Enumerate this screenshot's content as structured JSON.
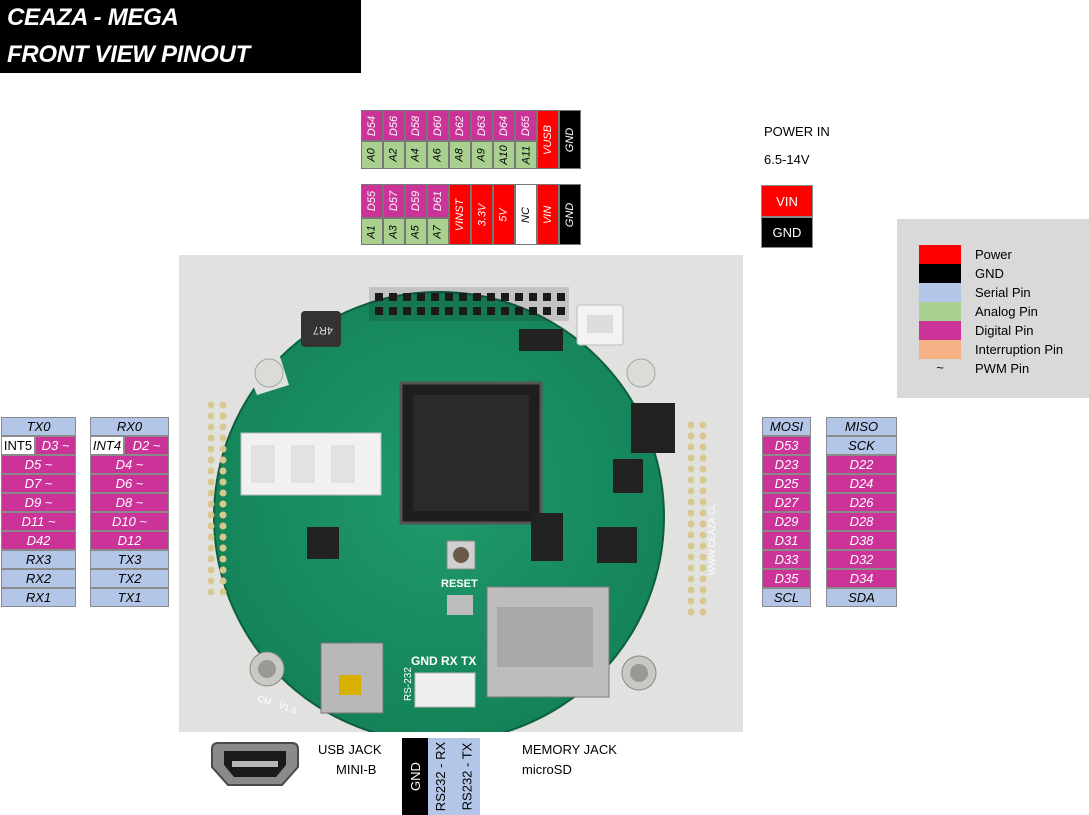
{
  "title": {
    "line1": "CEAZA - MEGA",
    "line2": "FRONT VIEW PINOUT"
  },
  "colors": {
    "power": "#ff0000",
    "gnd": "#000000",
    "serial": "#b4c6e7",
    "analog": "#a9d08e",
    "digital": "#cc3399",
    "interrupt": "#f4b183",
    "nc": "#ffffff"
  },
  "top_header_1": {
    "top_row": [
      {
        "t": "D54",
        "c": "digital"
      },
      {
        "t": "D56",
        "c": "digital"
      },
      {
        "t": "D58",
        "c": "digital"
      },
      {
        "t": "D60",
        "c": "digital"
      },
      {
        "t": "D62",
        "c": "digital"
      },
      {
        "t": "D63",
        "c": "digital"
      },
      {
        "t": "D64",
        "c": "digital"
      },
      {
        "t": "D65",
        "c": "digital"
      }
    ],
    "bottom_row": [
      {
        "t": "A0",
        "c": "analog"
      },
      {
        "t": "A2",
        "c": "analog"
      },
      {
        "t": "A4",
        "c": "analog"
      },
      {
        "t": "A6",
        "c": "analog"
      },
      {
        "t": "A8",
        "c": "analog"
      },
      {
        "t": "A9",
        "c": "analog"
      },
      {
        "t": "A10",
        "c": "analog"
      },
      {
        "t": "A11",
        "c": "analog"
      }
    ],
    "tall": [
      {
        "t": "VUSB",
        "c": "power"
      },
      {
        "t": "GND",
        "c": "gnd"
      }
    ]
  },
  "top_header_2": {
    "pairs": [
      {
        "top": {
          "t": "D55",
          "c": "digital"
        },
        "bottom": {
          "t": "A1",
          "c": "analog"
        }
      },
      {
        "top": {
          "t": "D57",
          "c": "digital"
        },
        "bottom": {
          "t": "A3",
          "c": "analog"
        }
      },
      {
        "top": {
          "t": "D59",
          "c": "digital"
        },
        "bottom": {
          "t": "A5",
          "c": "analog"
        }
      },
      {
        "top": {
          "t": "D61",
          "c": "digital"
        },
        "bottom": {
          "t": "A7",
          "c": "analog"
        }
      }
    ],
    "tall": [
      {
        "t": "VINST",
        "c": "power"
      },
      {
        "t": "3.3V",
        "c": "power"
      },
      {
        "t": "5V",
        "c": "power"
      },
      {
        "t": "NC",
        "c": "nc"
      },
      {
        "t": "VIN",
        "c": "power"
      },
      {
        "t": "GND",
        "c": "gnd"
      }
    ]
  },
  "power_in": {
    "label": "POWER IN",
    "range": "6.5-14V",
    "cells": [
      {
        "t": "VIN",
        "c": "power"
      },
      {
        "t": "GND",
        "c": "gnd"
      }
    ]
  },
  "legend": [
    {
      "label": "Power",
      "c": "power"
    },
    {
      "label": "GND",
      "c": "gnd"
    },
    {
      "label": "Serial Pin",
      "c": "serial"
    },
    {
      "label": "Analog Pin",
      "c": "analog"
    },
    {
      "label": "Digital Pin",
      "c": "digital"
    },
    {
      "label": "Interruption Pin",
      "c": "interrupt"
    },
    {
      "label": "PWM Pin",
      "symbol": "~"
    }
  ],
  "left_outer": [
    [
      {
        "t": "TX0",
        "c": "serial"
      }
    ],
    [
      {
        "t": "INT5",
        "c": "interrupt",
        "upright": true
      },
      {
        "t": "D3 ~",
        "c": "digital"
      }
    ],
    [
      {
        "t": "D5 ~",
        "c": "digital"
      }
    ],
    [
      {
        "t": "D7 ~",
        "c": "digital"
      }
    ],
    [
      {
        "t": "D9 ~",
        "c": "digital"
      }
    ],
    [
      {
        "t": "D11 ~",
        "c": "digital"
      }
    ],
    [
      {
        "t": "D42",
        "c": "digital"
      }
    ],
    [
      {
        "t": "RX3",
        "c": "serial"
      }
    ],
    [
      {
        "t": "RX2",
        "c": "serial"
      }
    ],
    [
      {
        "t": "RX1",
        "c": "serial"
      }
    ]
  ],
  "left_inner": [
    [
      {
        "t": "RX0",
        "c": "serial"
      }
    ],
    [
      {
        "t": "INT4",
        "c": "interrupt"
      },
      {
        "t": "D2 ~",
        "c": "digital"
      }
    ],
    [
      {
        "t": "D4 ~",
        "c": "digital"
      }
    ],
    [
      {
        "t": "D6 ~",
        "c": "digital"
      }
    ],
    [
      {
        "t": "D8 ~",
        "c": "digital"
      }
    ],
    [
      {
        "t": "D10 ~",
        "c": "digital"
      }
    ],
    [
      {
        "t": "D12",
        "c": "digital"
      }
    ],
    [
      {
        "t": "TX3",
        "c": "serial"
      }
    ],
    [
      {
        "t": "TX2",
        "c": "serial"
      }
    ],
    [
      {
        "t": "TX1",
        "c": "serial"
      }
    ]
  ],
  "right_inner": [
    {
      "t": "MOSI",
      "c": "serial"
    },
    {
      "t": "D53",
      "c": "digital"
    },
    {
      "t": "D23",
      "c": "digital"
    },
    {
      "t": "D25",
      "c": "digital"
    },
    {
      "t": "D27",
      "c": "digital"
    },
    {
      "t": "D29",
      "c": "digital"
    },
    {
      "t": "D31",
      "c": "digital"
    },
    {
      "t": "D33",
      "c": "digital"
    },
    {
      "t": "D35",
      "c": "digital"
    },
    {
      "t": "SCL",
      "c": "serial"
    }
  ],
  "right_outer": [
    {
      "t": "MISO",
      "c": "serial"
    },
    {
      "t": "SCK",
      "c": "serial"
    },
    {
      "t": "D22",
      "c": "digital"
    },
    {
      "t": "D24",
      "c": "digital"
    },
    {
      "t": "D26",
      "c": "digital"
    },
    {
      "t": "D28",
      "c": "digital"
    },
    {
      "t": "D38",
      "c": "digital"
    },
    {
      "t": "D32",
      "c": "digital"
    },
    {
      "t": "D34",
      "c": "digital"
    },
    {
      "t": "SDA",
      "c": "serial"
    }
  ],
  "usb_jack": {
    "line1": "USB  JACK",
    "line2": "MINI-B"
  },
  "rs232_header": [
    {
      "t": "GND",
      "c": "gnd"
    },
    {
      "t": "RS232 - RX",
      "c": "serial"
    },
    {
      "t": "RS232 - TX",
      "c": "serial"
    }
  ],
  "memory_jack": {
    "line1": "MEMORY JACK",
    "line2": "microSD"
  },
  "board_silkscreen": {
    "website": "WWW.CEAZA.CL",
    "reset": "RESET",
    "rs232": "RS-232",
    "conn_labels": "GND RX  TX",
    "model": "CM - V1.6",
    "inductor": "4R7"
  }
}
